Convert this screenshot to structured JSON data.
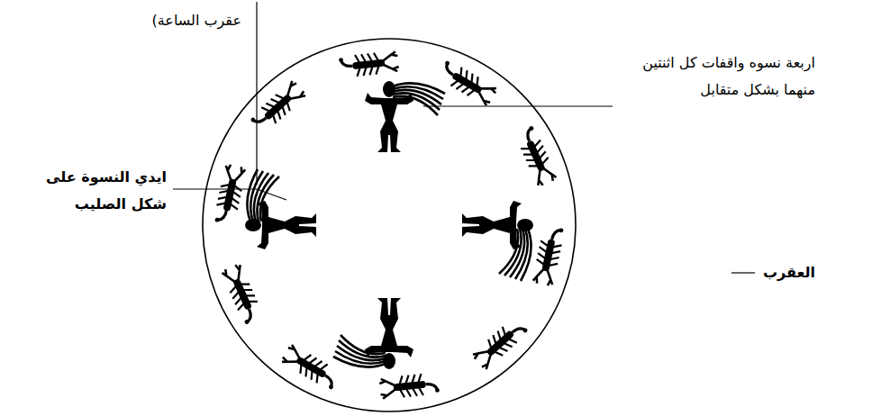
{
  "diagram": {
    "labels": [
      "عقرب الساعة)",
      "اربعة نسوه واقفات كل اثنتين منهما بشكل متقابل",
      "ايدي النسوة على شكل الصليب",
      "العقرب"
    ]
  }
}
